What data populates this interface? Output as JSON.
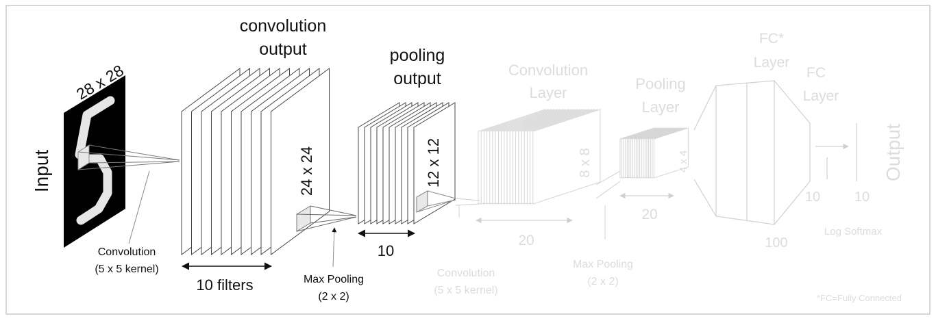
{
  "diagram": {
    "input": {
      "label": "Input",
      "size": "28 x 28",
      "digit": "5"
    },
    "conv_output": {
      "title_line1": "convolution",
      "title_line2": "output",
      "size": "24 x 24",
      "depth_label": "10 filters"
    },
    "pool_output": {
      "title_line1": "pooling",
      "title_line2": "output",
      "size": "12 x 12",
      "depth_label": "10"
    },
    "conv_op": {
      "line1": "Convolution",
      "line2": "(5 x 5 kernel)"
    },
    "pool_op": {
      "line1": "Max Pooling",
      "line2": "(2 x 2)"
    },
    "faded": {
      "conv_layer": {
        "line1": "Convolution",
        "line2": "Layer",
        "size": "8 x 8",
        "depth": "20"
      },
      "pool_layer": {
        "line1": "Pooling",
        "line2": "Layer",
        "size": "4 x 4",
        "depth": "20"
      },
      "conv_op": {
        "line1": "Convolution",
        "line2": "(5 x 5 kernel)"
      },
      "pool_op": {
        "line1": "Max Pooling",
        "line2": "(2 x 2)"
      },
      "fc1": {
        "line1": "FC*",
        "line2": "Layer",
        "units": "100"
      },
      "fc2": {
        "line1": "FC",
        "line2": "Layer",
        "units": "10",
        "out_units": "10"
      },
      "softmax": "Log Softmax",
      "output": "Output",
      "footnote": "*FC=Fully Connected"
    }
  }
}
